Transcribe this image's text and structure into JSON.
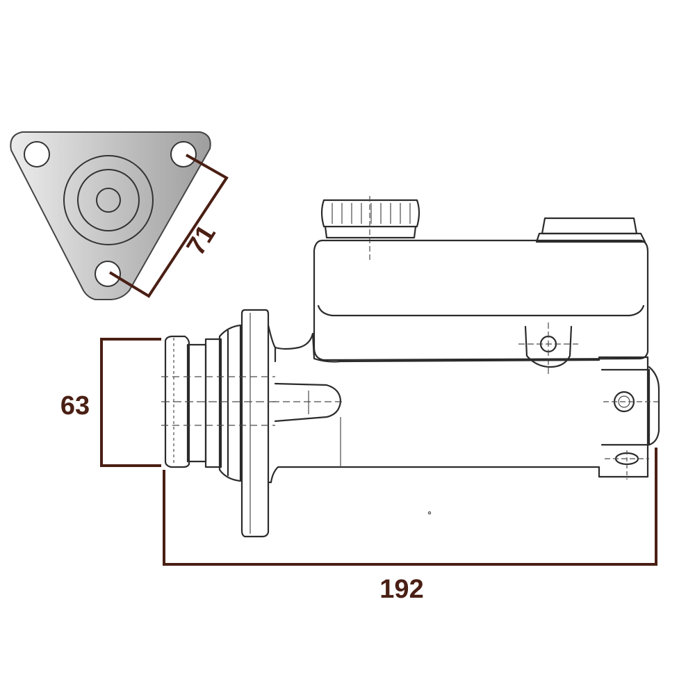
{
  "dimensions": {
    "flange_hole_spacing": "71",
    "bore_height": "63",
    "overall_length": "192"
  },
  "colors": {
    "dimension": "#4a1f14",
    "ink": "#2b2b2b",
    "flange_fill_light": "#e4e4e4",
    "flange_fill_dark": "#a9a9a9"
  }
}
